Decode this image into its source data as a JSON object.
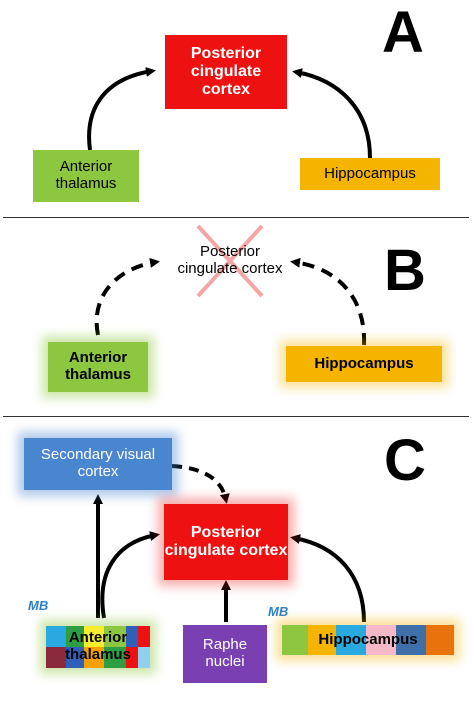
{
  "panels": {
    "a": {
      "letter": "A",
      "pcc": "Posterior cingulate cortex",
      "at": "Anterior thalamus",
      "hipp": "Hippocampus"
    },
    "b": {
      "letter": "B",
      "pcc": "Posterior cingulate cortex",
      "at": "Anterior thalamus",
      "hipp": "Hippocampus"
    },
    "c": {
      "letter": "C",
      "svc": "Secondary visual cortex",
      "pcc": "Posterior cingulate cortex",
      "at": "Anterior thalamus",
      "raphe": "Raphe nuclei",
      "hipp": "Hippocampus",
      "mb_left": "MB",
      "mb_right": "MB"
    }
  },
  "colors": {
    "pcc": "#ee1111",
    "at": "#8dc63f",
    "hipp": "#f4b400",
    "svc": "#4a86d0",
    "raphe": "#7a3fb0"
  }
}
